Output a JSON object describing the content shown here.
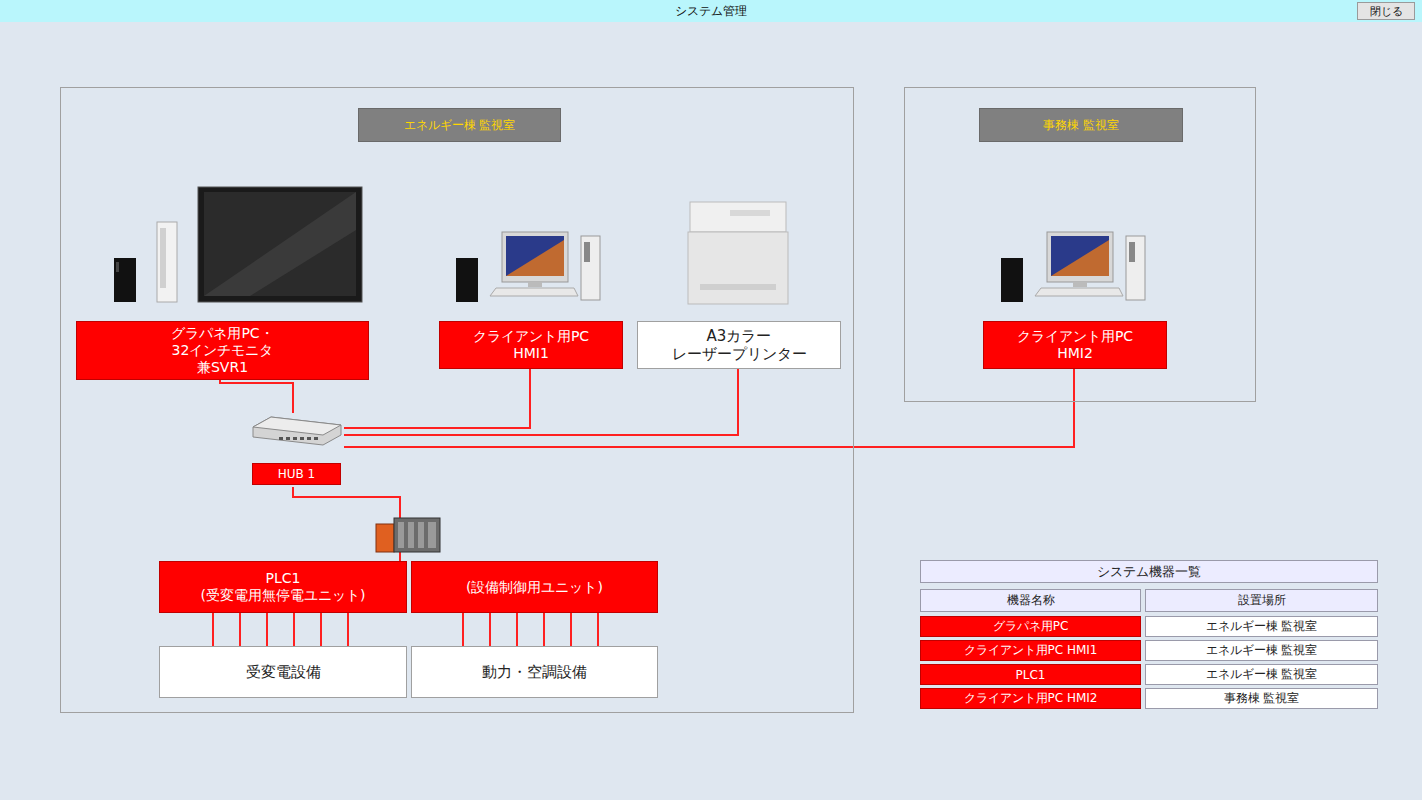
{
  "diagram": {
    "title": "システム管理",
    "nodes": [
      {
        "text": [
          "エネルギー棟 監視室"
        ]
      },
      {
        "text": [
          "グラパネ用PC・32インチモニタ 兼SVR1"
        ],
        "in": 0
      },
      {
        "text": [
          "クライアント用PC HMI1"
        ],
        "in": 0
      },
      {
        "text": [
          "A3カラー レーザープリンター"
        ],
        "in": 0
      },
      {
        "text": [
          "HUB 1"
        ],
        "in": 0
      },
      {
        "text": [
          "PLC1 (受変電用無停電ユニット)"
        ],
        "in": 0
      },
      {
        "text": [
          "(設備制御用ユニット)"
        ],
        "in": 0
      },
      {
        "text": [
          "受変電設備"
        ],
        "in": 0
      },
      {
        "text": [
          "動力・空調設備"
        ],
        "in": 0
      },
      {
        "text": [
          "事務棟 監視室"
        ]
      },
      {
        "text": [
          "クライアント用PC HMI2"
        ],
        "in": 9
      }
    ],
    "edges": [
      {
        "from": 1,
        "to": 4,
        "arrow": "none"
      },
      {
        "from": 2,
        "to": 4,
        "arrow": "none"
      },
      {
        "from": 3,
        "to": 4,
        "arrow": "none"
      },
      {
        "from": 10,
        "to": 4,
        "arrow": "none"
      },
      {
        "from": 4,
        "to": 5,
        "arrow": "none"
      },
      {
        "from": 5,
        "to": 7,
        "arrow": "none"
      },
      {
        "from": 6,
        "to": 8,
        "arrow": "none"
      }
    ],
    "labels": [
      "閉じる",
      "システム機器一覧",
      "機器名称",
      "設置場所",
      "グラパネ用PC",
      "エネルギー棟 監視室",
      "クライアント用PC HMI1",
      "エネルギー棟 監視室",
      "PLC1",
      "エネルギー棟 監視室",
      "クライアント用PC HMI2",
      "事務棟 監視室"
    ]
  }
}
